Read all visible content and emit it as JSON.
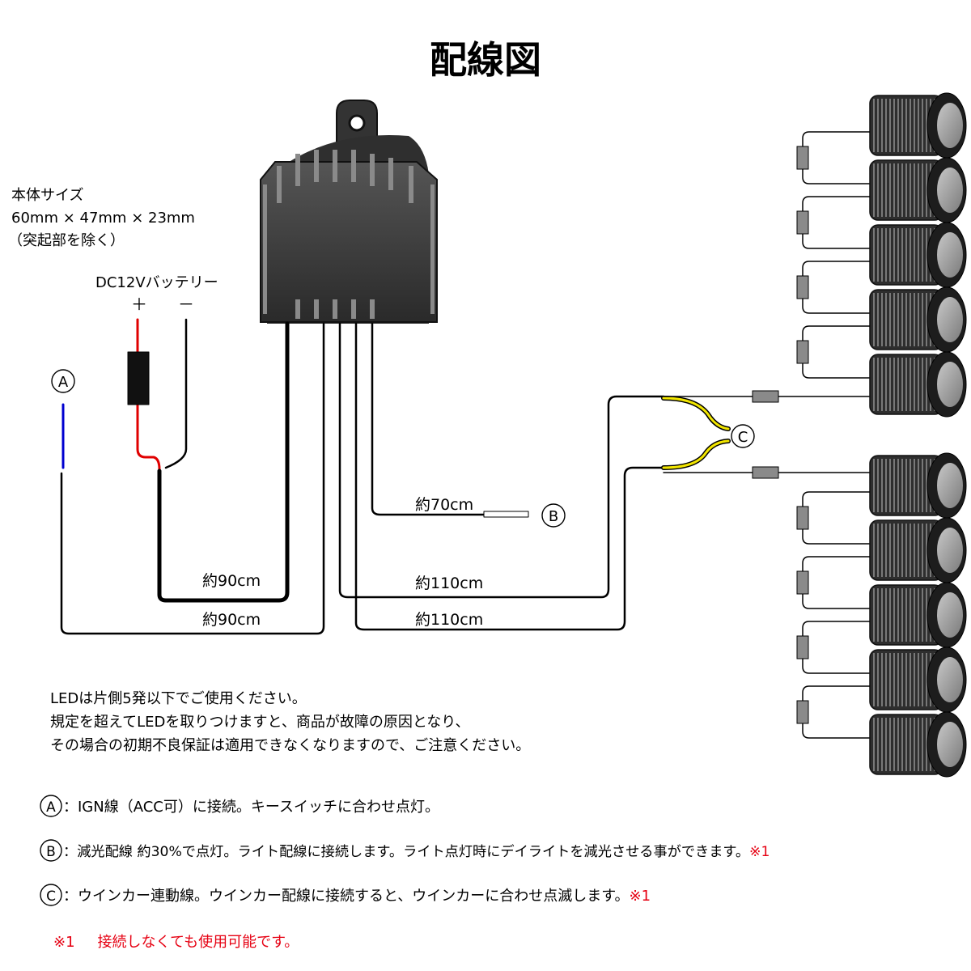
{
  "title": "配線図",
  "body_size": {
    "line1": "本体サイズ",
    "line2": "60mm × 47mm × 23mm",
    "line3": "（突起部を除く）"
  },
  "battery": {
    "label": "DC12Vバッテリー",
    "plus": "＋",
    "minus": "－"
  },
  "markers": {
    "a": "A",
    "b": "B",
    "c": "C"
  },
  "lengths": {
    "wire_power": "約90cm",
    "wire_acc": "約90cm",
    "wire_dim": "約70cm",
    "wire_left": "約110cm",
    "wire_right": "約110cm"
  },
  "notice": {
    "line1": "LEDは片側5発以下でご使用ください。",
    "line2": "規定を超えてLEDを取りつけますと、商品が故障の原因となり、",
    "line3": "その場合の初期不良保証は適用できなくなりますので、ご注意ください。"
  },
  "legend": [
    {
      "marker": "A",
      "text": "：IGN線（ACC可）に接続。キースイッチに合わせ点灯。",
      "note": ""
    },
    {
      "marker": "B",
      "text": "：減光配線 約30%で点灯。ライト配線に接続します。ライト点灯時にデイライトを減光させる事ができます。",
      "note": "※1"
    },
    {
      "marker": "C",
      "text": "：ウインカー連動線。ウインカー配線に接続すると、ウインカーに合わせ点滅します。",
      "note": "※1"
    }
  ],
  "footnote": {
    "mark": "※1",
    "text": "接続しなくても使用可能です。"
  },
  "colors": {
    "wire": "#000000",
    "red_wire": "#e00000",
    "blue_wire": "#0000d0",
    "yellow_wire": "#f2e600",
    "note_red": "#e60012",
    "box_dark": "#3a3a3a",
    "lamp_gray": "#9a9a9a"
  },
  "lamp_groups": [
    {
      "count": 5
    },
    {
      "count": 5
    }
  ]
}
